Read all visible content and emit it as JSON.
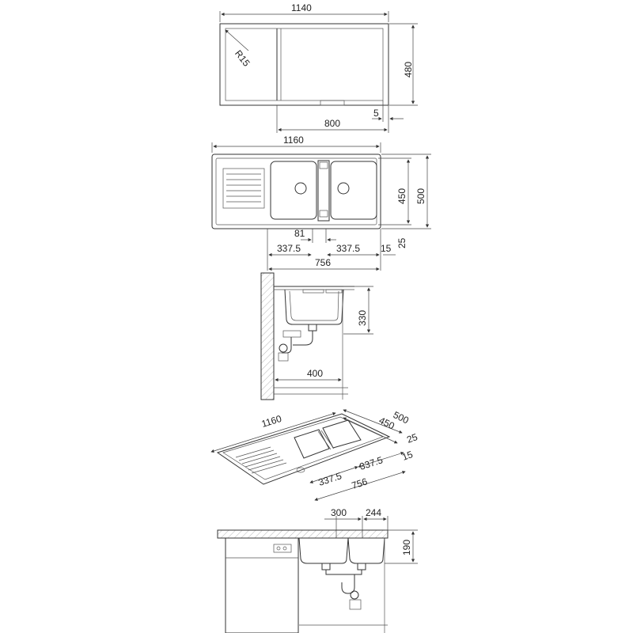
{
  "colors": {
    "line": "#333333",
    "background": "#ffffff"
  },
  "views": {
    "cutout": {
      "width": "1140",
      "depth": "480",
      "radius": "R15",
      "offset": "800",
      "margin": "5"
    },
    "top": {
      "width": "1160",
      "depth_inner": "450",
      "depth_outer": "500",
      "gap": "81",
      "left_bowl": "337.5",
      "right_bowl": "337.5",
      "edge_a": "15",
      "edge_b": "25",
      "bowls_total": "756"
    },
    "side": {
      "height": "330",
      "distance": "400"
    },
    "iso": {
      "width": "1160",
      "depth_outer": "500",
      "depth_inner": "450",
      "edge_b": "25",
      "edge_a": "15",
      "right_bowl": "337.5",
      "left_bowl": "337.5",
      "bowls_total": "756"
    },
    "front": {
      "bowl_left": "300",
      "bowl_right": "244",
      "depth": "190"
    }
  }
}
